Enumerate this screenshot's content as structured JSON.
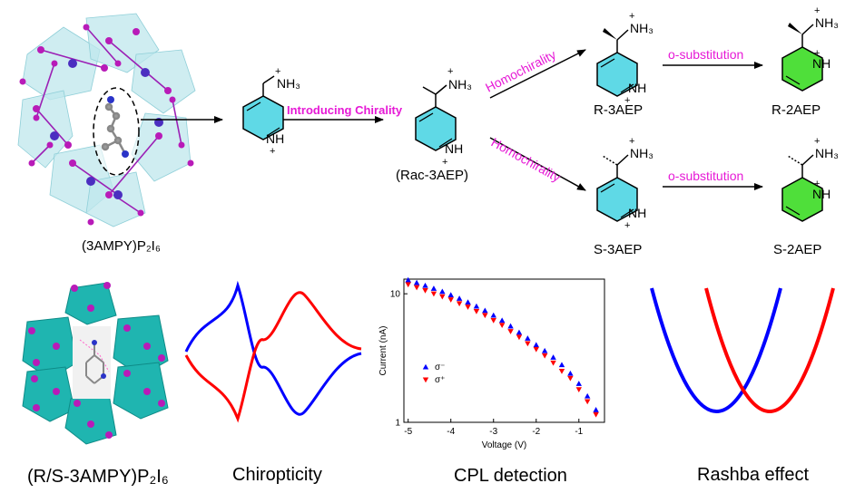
{
  "labels": {
    "parent_compound": "(3AMPY)P₂I₆",
    "introducing_chirality": "Introducing Chirality",
    "rac_label": "(Rac-3AEP)",
    "homochirality": "Homochirality",
    "o_substitution": "o-substitution",
    "r3aep": "R-3AEP",
    "s3aep": "S-3AEP",
    "r2aep": "R-2AEP",
    "s2aep": "S-2AEP",
    "chiral_compound": "(R/S-3AMPY)P₂I₆",
    "chiropticity": "Chiropticity",
    "cpl_detection": "CPL detection",
    "rashba_effect": "Rashba effect",
    "nh3": "NH₃",
    "nh": "NH",
    "plus": "+"
  },
  "colors": {
    "magenta_text": "#e619d6",
    "pyridine_cyan": "#5fd9e6",
    "pyridine_green": "#4fdf3a",
    "octahedra_teal": "#1fb5b0",
    "iodine_purple": "#b81bb8",
    "red_series": "#ff0000",
    "blue_series": "#0000ff"
  },
  "chart_data": {
    "type": "scatter",
    "xlabel": "Voltage (V)",
    "ylabel": "Current (nA)",
    "xlim": [
      -5.1,
      -0.4
    ],
    "ylim": [
      1,
      13
    ],
    "yscale": "log",
    "x_ticks": [
      "-5",
      "-4",
      "-3",
      "-2",
      "-1"
    ],
    "y_ticks": [
      "1",
      "10"
    ],
    "legend_position": "middle-left",
    "series": [
      {
        "name": "σ⁻",
        "marker": "triangle-up",
        "color": "#0000ff",
        "x": [
          -5.0,
          -4.8,
          -4.6,
          -4.4,
          -4.2,
          -4.0,
          -3.8,
          -3.6,
          -3.4,
          -3.2,
          -3.0,
          -2.8,
          -2.6,
          -2.4,
          -2.2,
          -2.0,
          -1.8,
          -1.6,
          -1.4,
          -1.2,
          -1.0,
          -0.8,
          -0.6
        ],
        "y": [
          12.8,
          12.2,
          11.6,
          11.0,
          10.4,
          9.8,
          9.2,
          8.6,
          8.0,
          7.4,
          6.8,
          6.2,
          5.6,
          5.0,
          4.5,
          4.0,
          3.6,
          3.2,
          2.8,
          2.4,
          2.0,
          1.6,
          1.25
        ]
      },
      {
        "name": "σ⁺",
        "marker": "triangle-down",
        "color": "#ff0000",
        "x": [
          -5.0,
          -4.8,
          -4.6,
          -4.4,
          -4.2,
          -4.0,
          -3.8,
          -3.6,
          -3.4,
          -3.2,
          -3.0,
          -2.8,
          -2.6,
          -2.4,
          -2.2,
          -2.0,
          -1.8,
          -1.6,
          -1.4,
          -1.2,
          -1.0,
          -0.8,
          -0.6
        ],
        "y": [
          11.8,
          11.2,
          10.6,
          10.0,
          9.5,
          9.0,
          8.4,
          7.9,
          7.3,
          6.8,
          6.2,
          5.7,
          5.1,
          4.6,
          4.1,
          3.7,
          3.3,
          2.9,
          2.5,
          2.2,
          1.8,
          1.45,
          1.15
        ]
      }
    ]
  }
}
